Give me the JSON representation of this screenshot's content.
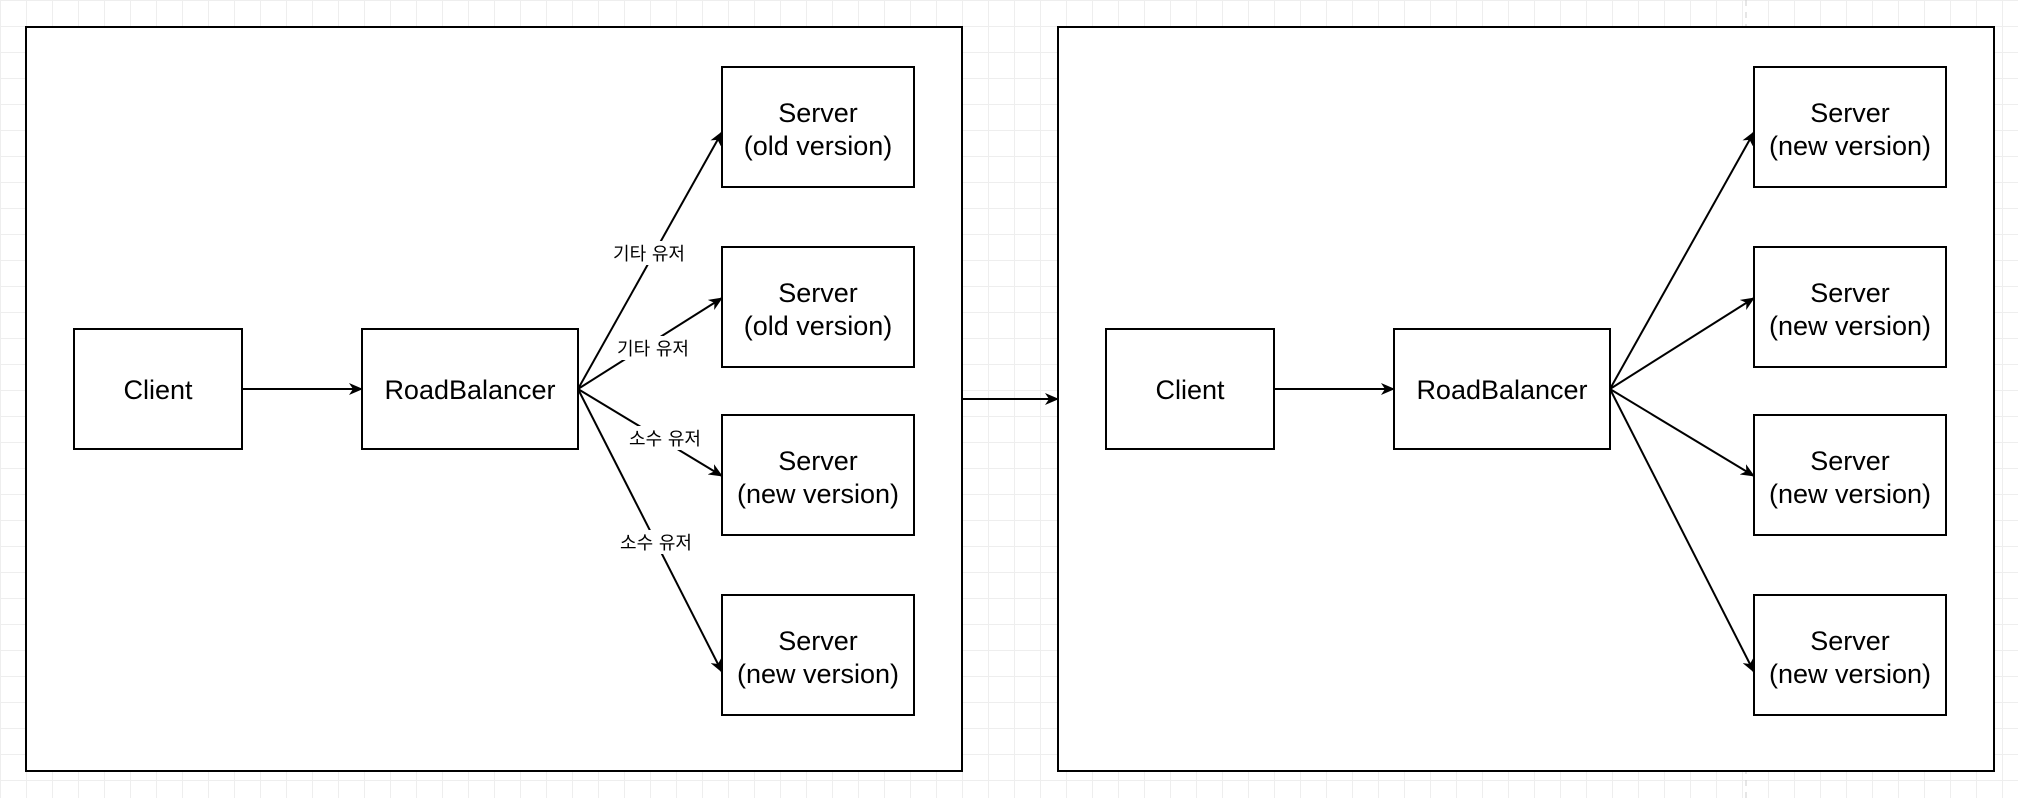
{
  "panels": [
    {
      "client": "Client",
      "balancer": "RoadBalancer",
      "servers": [
        {
          "line1": "Server",
          "line2": "(old version)"
        },
        {
          "line1": "Server",
          "line2": "(old version)"
        },
        {
          "line1": "Server",
          "line2": "(new version)"
        },
        {
          "line1": "Server",
          "line2": "(new version)"
        }
      ],
      "edge_labels": [
        "기타 유저",
        "기타 유저",
        "소수 유저",
        "소수 유저"
      ]
    },
    {
      "client": "Client",
      "balancer": "RoadBalancer",
      "servers": [
        {
          "line1": "Server",
          "line2": "(new version)"
        },
        {
          "line1": "Server",
          "line2": "(new version)"
        },
        {
          "line1": "Server",
          "line2": "(new version)"
        },
        {
          "line1": "Server",
          "line2": "(new version)"
        }
      ],
      "edge_labels": []
    }
  ]
}
